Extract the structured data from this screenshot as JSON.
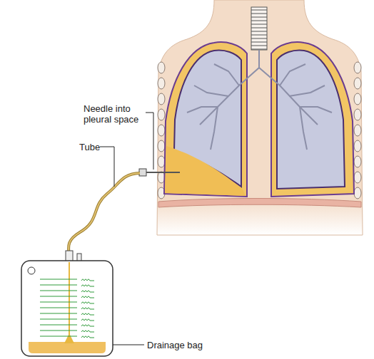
{
  "diagram": {
    "labels": [
      "Needle into pleural space",
      "Tube",
      "Drainage bag"
    ]
  }
}
